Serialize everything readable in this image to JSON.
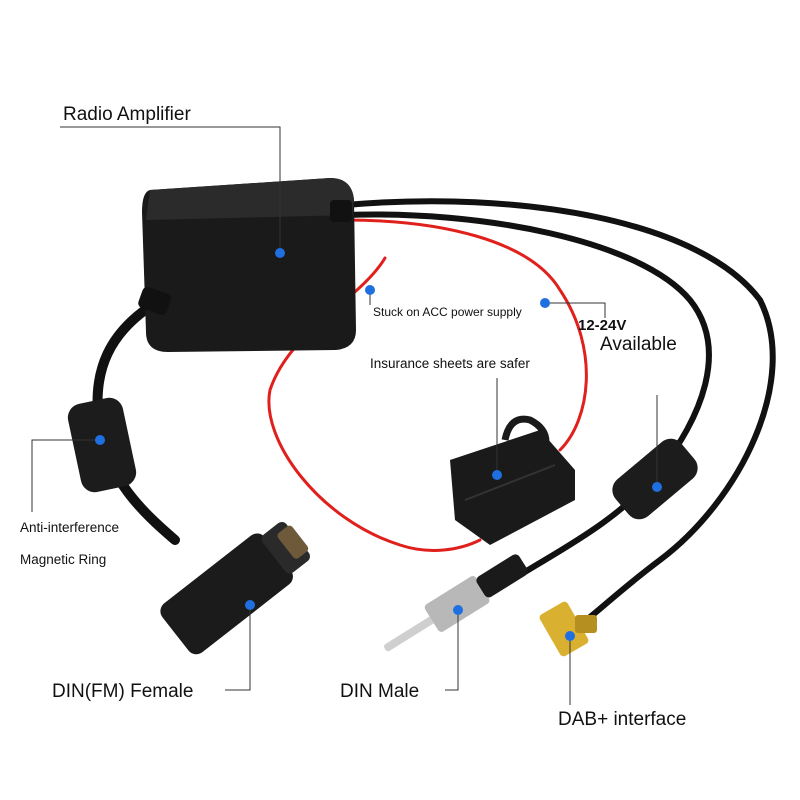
{
  "labels": {
    "radio_amplifier": "Radio Amplifier",
    "acc_power": "Stuck on ACC power supply",
    "voltage": "12-24V",
    "available": "Available",
    "insurance": "Insurance sheets are safer",
    "anti_interference": "Anti-interference",
    "magnetic_ring": "Magnetic Ring",
    "din_female": "DIN(FM) Female",
    "din_male": "DIN Male",
    "dab": "DAB+ interface"
  },
  "colors": {
    "marker": "#1e6fe0",
    "red_wire": "#e0201c",
    "cable": "#111111",
    "gold": "#d9b030"
  }
}
